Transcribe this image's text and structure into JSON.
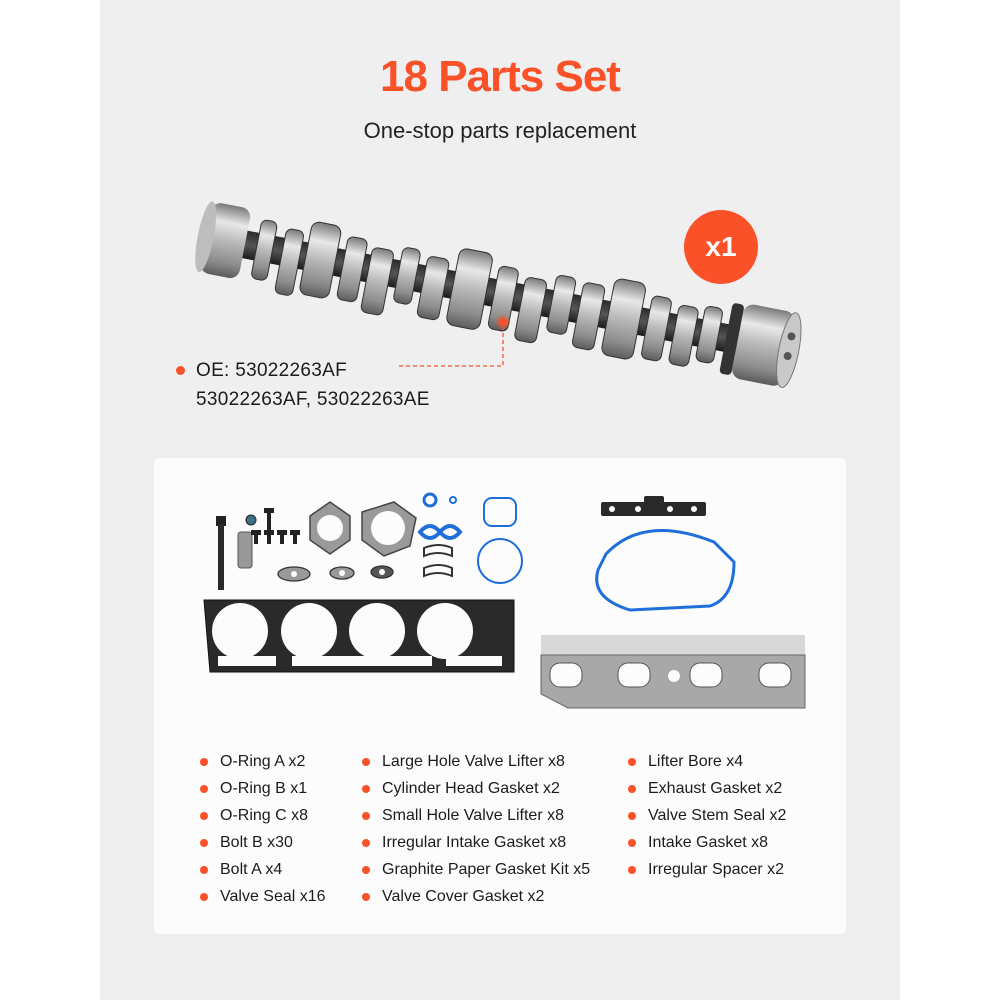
{
  "header": {
    "title": "18 Parts Set",
    "subtitle": "One-stop parts replacement"
  },
  "camshaft": {
    "quantity_badge": "x1",
    "oe_label_line1": "OE: 53022263AF",
    "oe_label_line2": "53022263AF, 53022263AE"
  },
  "colors": {
    "accent": "#fa5129",
    "panel_bg": "#efefef",
    "card_bg": "#fcfcfc",
    "oring_blue": "#1e6fd9"
  },
  "parts_list": {
    "column1": [
      {
        "label": "O-Ring A x2"
      },
      {
        "label": "O-Ring B x1"
      },
      {
        "label": "O-Ring C x8"
      },
      {
        "label": "Bolt B x30"
      },
      {
        "label": "Bolt A x4"
      },
      {
        "label": "Valve Seal x16"
      }
    ],
    "column2": [
      {
        "label": "Large Hole Valve Lifter x8"
      },
      {
        "label": "Cylinder Head Gasket x2"
      },
      {
        "label": "Small Hole Valve Lifter x8"
      },
      {
        "label": "Irregular Intake Gasket x8"
      },
      {
        "label": "Graphite Paper Gasket Kit x5"
      },
      {
        "label": "Valve Cover Gasket x2"
      }
    ],
    "column3": [
      {
        "label": "Lifter Bore x4"
      },
      {
        "label": "Exhaust Gasket x2"
      },
      {
        "label": "Valve Stem Seal x2"
      },
      {
        "label": "Intake Gasket x8"
      },
      {
        "label": "Irregular Spacer x2"
      }
    ]
  }
}
